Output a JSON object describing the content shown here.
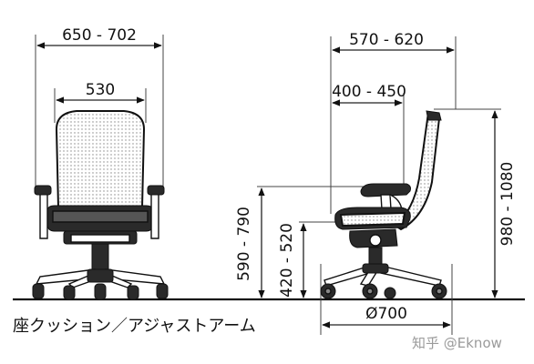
{
  "front_view": {
    "overall_width": "650 - 702",
    "seat_width": "530"
  },
  "side_view": {
    "overall_depth": "570 - 620",
    "seat_depth": "400 - 450",
    "overall_height": "980 - 1080",
    "armrest_height": "590 - 790",
    "seat_height": "420 - 520",
    "base_diameter": "Ø700"
  },
  "caption": "座クッション／アジャストアーム",
  "watermark": "知乎 @Eknow"
}
